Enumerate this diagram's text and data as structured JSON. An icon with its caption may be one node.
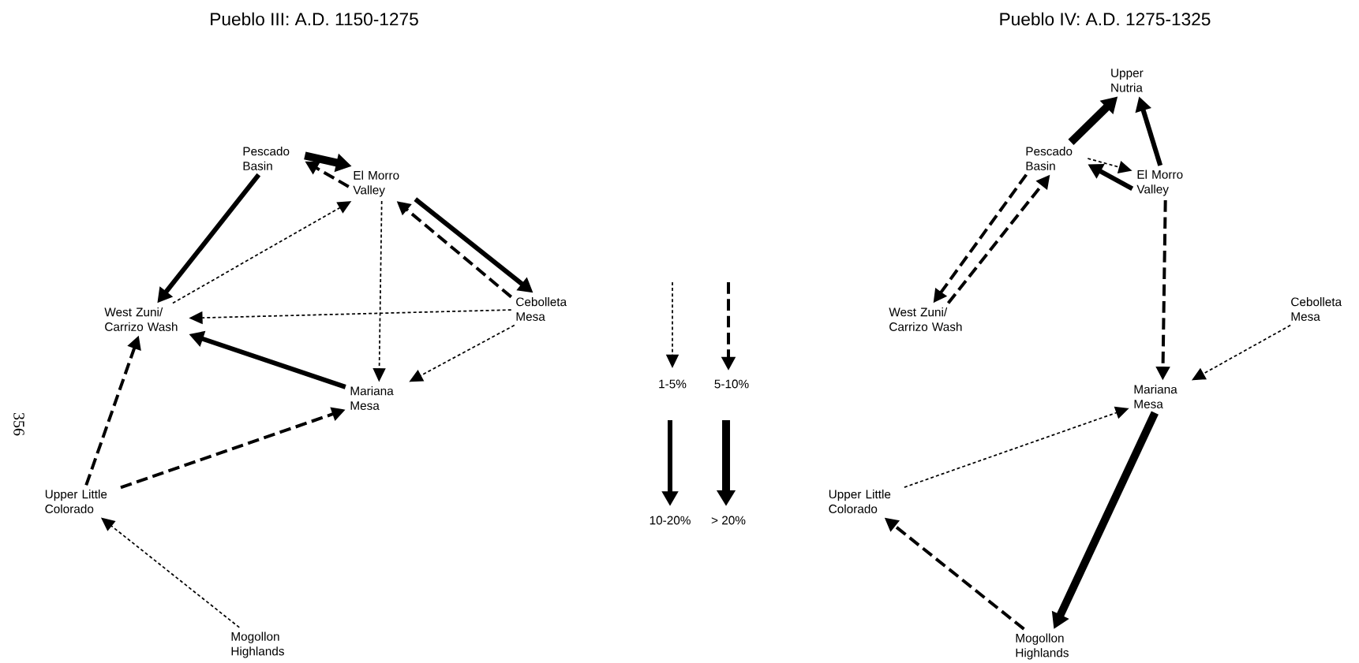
{
  "diagram": {
    "nodes": [
      {
        "text": [
          "Pescado Basin"
        ]
      },
      {
        "text": [
          "El Morro Valley"
        ]
      },
      {
        "text": [
          "West Zuni/ Carrizo Wash"
        ]
      },
      {
        "text": [
          "Cebolleta Mesa"
        ]
      },
      {
        "text": [
          "Mariana Mesa"
        ]
      },
      {
        "text": [
          "Upper Little Colorado"
        ]
      },
      {
        "text": [
          "Mogollon Highlands"
        ]
      },
      {
        "text": [
          "Upper Nutria"
        ]
      },
      {
        "text": [
          "Pescado Basin"
        ]
      },
      {
        "text": [
          "El Morro Valley"
        ]
      },
      {
        "text": [
          "West Zuni/ Carrizo Wash"
        ]
      },
      {
        "text": [
          "Cebolleta Mesa"
        ]
      },
      {
        "text": [
          "Mariana Mesa"
        ]
      },
      {
        "text": [
          "Upper Little Colorado"
        ]
      },
      {
        "text": [
          "Mogollon Highlands"
        ]
      }
    ],
    "edges": [
      {
        "from": 0,
        "to": 1,
        "arrow": "to",
        "style": "thick"
      },
      {
        "from": 1,
        "to": 0,
        "arrow": "to",
        "style": "dashed"
      },
      {
        "from": 0,
        "to": 2,
        "arrow": "to"
      },
      {
        "from": 2,
        "to": 1,
        "arrow": "to",
        "style": "dashed"
      },
      {
        "from": 1,
        "to": 4,
        "arrow": "to",
        "style": "dashed"
      },
      {
        "from": 1,
        "to": 3,
        "arrow": "to"
      },
      {
        "from": 3,
        "to": 1,
        "arrow": "to",
        "style": "dashed"
      },
      {
        "from": 3,
        "to": 2,
        "arrow": "to",
        "style": "dashed"
      },
      {
        "from": 3,
        "to": 4,
        "arrow": "to",
        "style": "dashed"
      },
      {
        "from": 4,
        "to": 2,
        "arrow": "to"
      },
      {
        "from": 5,
        "to": 2,
        "arrow": "to",
        "style": "dashed"
      },
      {
        "from": 5,
        "to": 4,
        "arrow": "to",
        "style": "dashed"
      },
      {
        "from": 6,
        "to": 5,
        "arrow": "to",
        "style": "dashed"
      },
      {
        "from": 8,
        "to": 7,
        "arrow": "to",
        "style": "thick"
      },
      {
        "from": 9,
        "to": 7,
        "arrow": "to"
      },
      {
        "from": 8,
        "to": 9,
        "arrow": "to",
        "style": "dashed"
      },
      {
        "from": 9,
        "to": 8,
        "arrow": "to"
      },
      {
        "from": 8,
        "to": 10,
        "arrow": "to",
        "style": "dashed"
      },
      {
        "from": 10,
        "to": 8,
        "arrow": "to",
        "style": "dashed"
      },
      {
        "from": 9,
        "to": 12,
        "arrow": "to",
        "style": "dashed"
      },
      {
        "from": 11,
        "to": 12,
        "arrow": "to",
        "style": "dashed"
      },
      {
        "from": 13,
        "to": 12,
        "arrow": "to",
        "style": "dashed"
      },
      {
        "from": 12,
        "to": 14,
        "arrow": "to",
        "style": "thick"
      },
      {
        "from": 14,
        "to": 13,
        "arrow": "to",
        "style": "dashed"
      }
    ],
    "labels": [
      "Pueblo III: A.D. 1150-1275",
      "Pueblo IV: A.D. 1275-1325",
      "356"
    ],
    "legend": [
      {
        "text": "1-5%"
      },
      {
        "text": "5-10%"
      },
      {
        "text": "10-20%"
      },
      {
        "text": "> 20%"
      }
    ]
  }
}
